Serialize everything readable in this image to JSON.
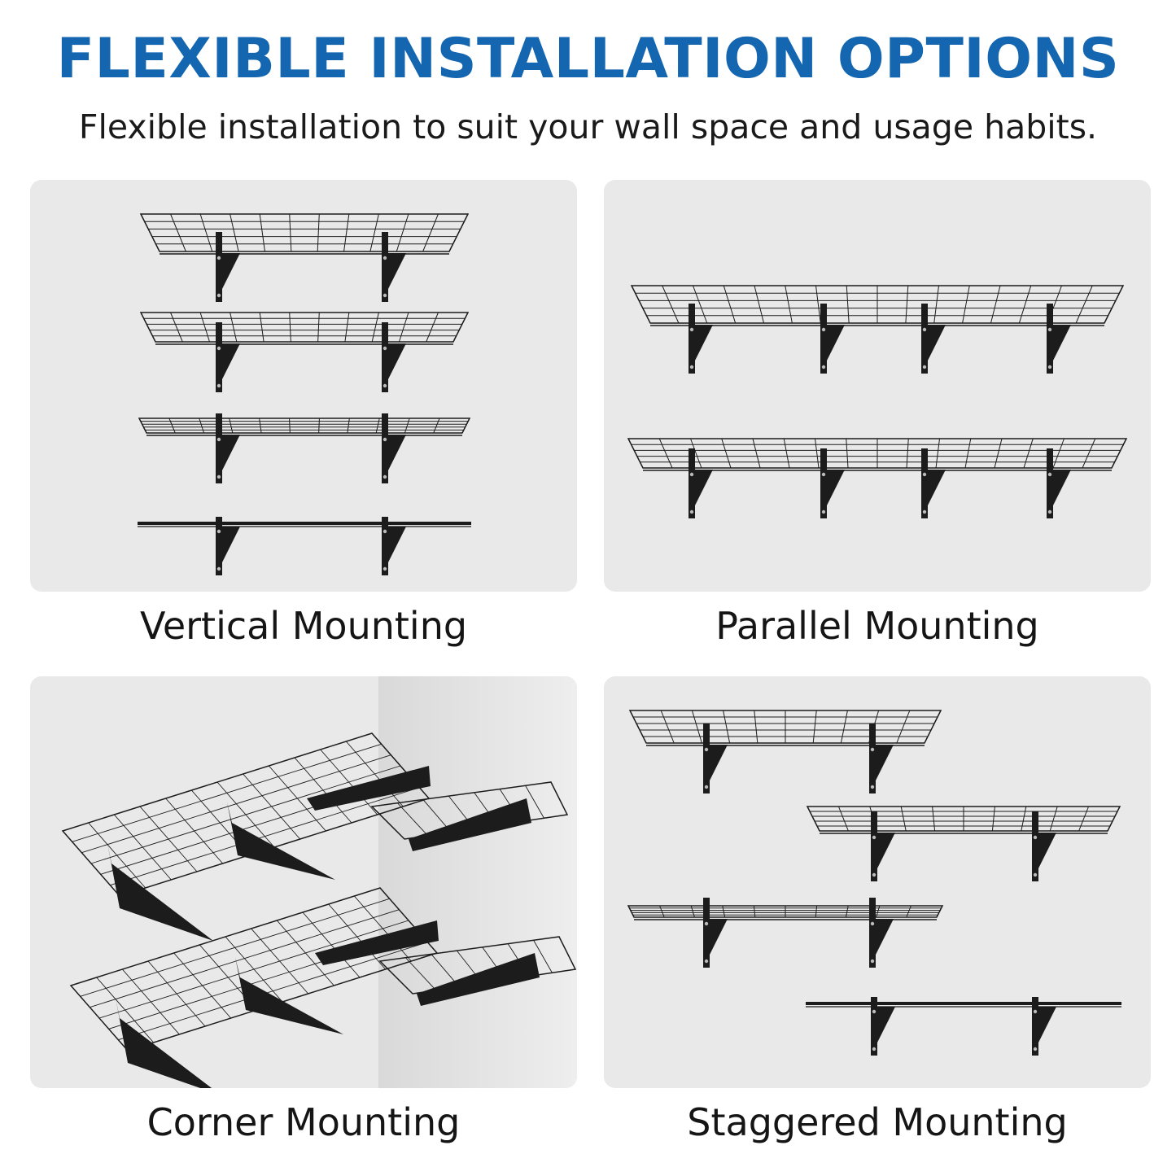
{
  "header": {
    "title": "FLEXIBLE INSTALLATION OPTIONS",
    "subtitle": "Flexible installation to suit your wall space and usage habits."
  },
  "colors": {
    "title": "#1466b0",
    "panel_bg": "#e9e9e9",
    "shelf": "#1c1c1c"
  },
  "options": [
    {
      "label": "Vertical Mounting"
    },
    {
      "label": "Parallel Mounting"
    },
    {
      "label": "Corner Mounting"
    },
    {
      "label": "Staggered Mounting"
    }
  ]
}
